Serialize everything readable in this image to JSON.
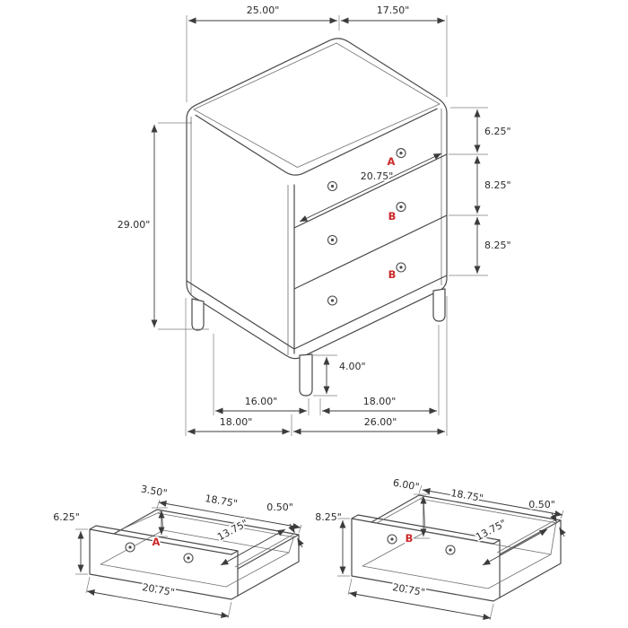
{
  "colors": {
    "line": "#4a4a4a",
    "dim_text": "#2b2b2b",
    "drawer_label": "#cc2a2a",
    "background": "#ffffff"
  },
  "main_view": {
    "top_width": "25.00\"",
    "top_depth": "17.50\"",
    "overall_height": "29.00\"",
    "drawer_a_front_height": "6.25\"",
    "drawer_b_front_height": "8.25\"",
    "drawer_b2_front_height": "8.25\"",
    "drawer_interior_width": "20.75\"",
    "drawer_a_label": "A",
    "drawer_b_label": "B",
    "drawer_b2_label": "B",
    "leg_height": "4.00\"",
    "base_span_left": "16.00\"",
    "base_span_right": "18.00\"",
    "overall_depth": "18.00\"",
    "overall_width": "26.00\""
  },
  "drawer_a_detail": {
    "label": "A",
    "back_height": "3.50\"",
    "interior_width": "18.75\"",
    "side_thickness": "0.50\"",
    "front_height": "6.25\"",
    "interior_depth": "13.75\"",
    "overall_width": "20.75\""
  },
  "drawer_b_detail": {
    "label": "B",
    "back_height": "6.00\"",
    "interior_width": "18.75\"",
    "side_thickness": "0.50\"",
    "front_height": "8.25\"",
    "interior_depth": "13.75\"",
    "overall_width": "20.75\""
  }
}
